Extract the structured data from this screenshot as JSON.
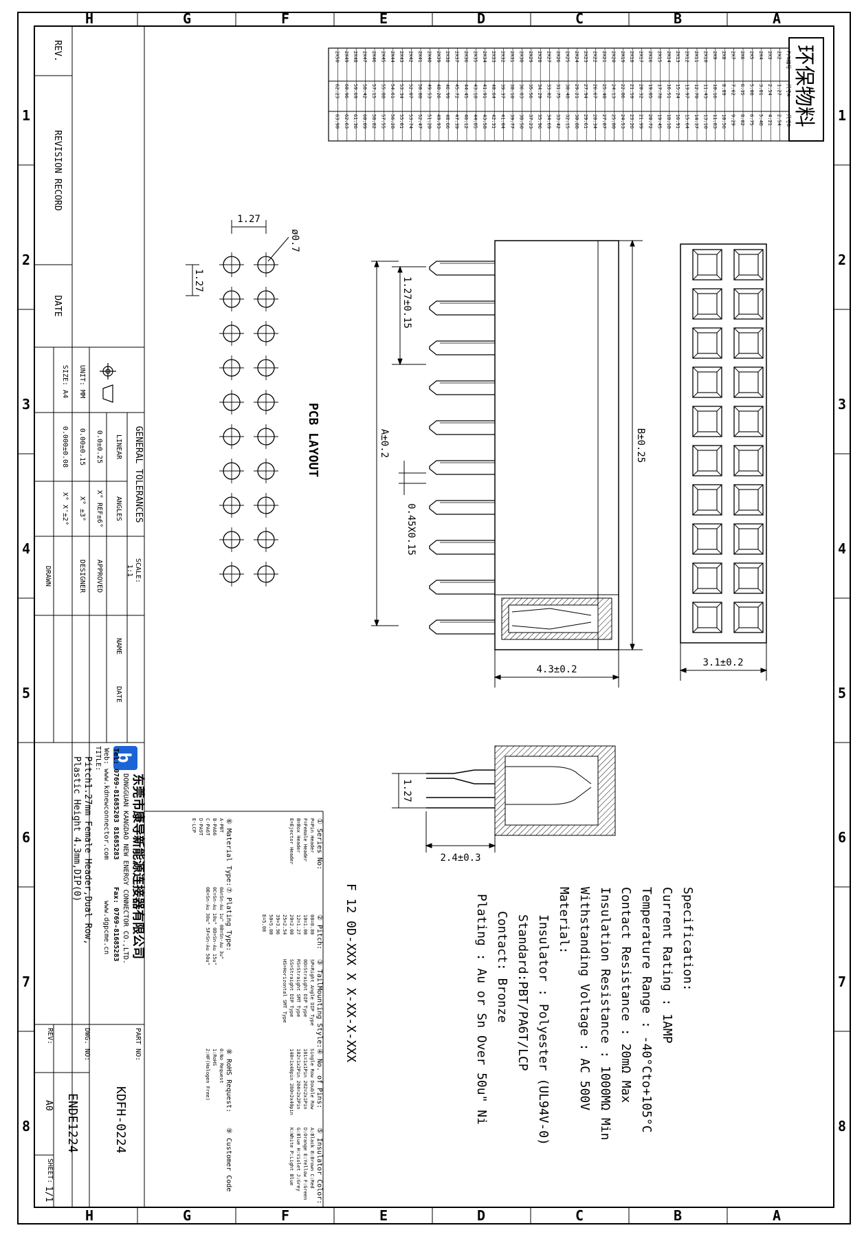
{
  "border": {
    "rows": [
      "A",
      "B",
      "C",
      "D",
      "E",
      "F",
      "G",
      "H"
    ],
    "cols": [
      "1",
      "2",
      "3",
      "4",
      "5",
      "6",
      "7",
      "8"
    ]
  },
  "material_table": {
    "title": "环保物料",
    "headers": [
      "P/N编号",
      "尺寸A",
      "尺寸B"
    ],
    "rows": [
      [
        "2X2",
        "1.27",
        "2.54"
      ],
      [
        "2X3",
        "2.54",
        "4.21"
      ],
      [
        "2X4",
        "3.81",
        "5.48"
      ],
      [
        "2X5",
        "5.08",
        "6.75"
      ],
      [
        "2X6",
        "6.35",
        "8.02"
      ],
      [
        "2X7",
        "7.62",
        "9.29"
      ],
      [
        "2X8",
        "8.89",
        "10.56"
      ],
      [
        "2X9",
        "10.16",
        "11.83"
      ],
      [
        "2X10",
        "11.43",
        "13.10"
      ],
      [
        "2X11",
        "12.70",
        "14.37"
      ],
      [
        "2X12",
        "13.97",
        "15.64"
      ],
      [
        "2X13",
        "15.24",
        "16.91"
      ],
      [
        "2X14",
        "16.51",
        "18.18"
      ],
      [
        "2X15",
        "17.78",
        "19.45"
      ],
      [
        "2X16",
        "19.05",
        "20.72"
      ],
      [
        "2X17",
        "20.32",
        "21.99"
      ],
      [
        "2X18",
        "21.59",
        "23.26"
      ],
      [
        "2X19",
        "22.86",
        "24.53"
      ],
      [
        "2X20",
        "24.13",
        "25.80"
      ],
      [
        "2X21",
        "25.40",
        "27.07"
      ],
      [
        "2X22",
        "26.67",
        "28.34"
      ],
      [
        "2X23",
        "27.94",
        "29.61"
      ],
      [
        "2X24",
        "29.21",
        "30.88"
      ],
      [
        "2X25",
        "30.48",
        "32.15"
      ],
      [
        "2X26",
        "31.75",
        "33.42"
      ],
      [
        "2X27",
        "33.02",
        "34.69"
      ],
      [
        "2X28",
        "34.29",
        "35.96"
      ],
      [
        "2X29",
        "35.56",
        "37.23"
      ],
      [
        "2X30",
        "36.83",
        "38.50"
      ],
      [
        "2X31",
        "38.10",
        "39.77"
      ],
      [
        "2X32",
        "39.37",
        "41.04"
      ],
      [
        "2X33",
        "40.64",
        "42.31"
      ],
      [
        "2X34",
        "41.91",
        "43.58"
      ],
      [
        "2X35",
        "43.18",
        "44.85"
      ],
      [
        "2X36",
        "44.45",
        "46.12"
      ],
      [
        "2X37",
        "45.72",
        "47.39"
      ],
      [
        "2X38",
        "46.99",
        "48.66"
      ],
      [
        "2X39",
        "48.26",
        "49.93"
      ],
      [
        "2X40",
        "49.53",
        "51.20"
      ],
      [
        "2X41",
        "50.80",
        "52.47"
      ],
      [
        "2X42",
        "52.07",
        "53.74"
      ],
      [
        "2X43",
        "53.34",
        "55.01"
      ],
      [
        "2X44",
        "54.61",
        "56.28"
      ],
      [
        "2X45",
        "55.88",
        "57.55"
      ],
      [
        "2X46",
        "57.15",
        "58.82"
      ],
      [
        "2X47",
        "58.42",
        "60.09"
      ],
      [
        "2X48",
        "59.69",
        "61.36"
      ],
      [
        "2X49",
        "60.96",
        "62.63"
      ],
      [
        "2X50",
        "62.23",
        "63.90"
      ]
    ]
  },
  "pcb": {
    "title": "PCB LAYOUT",
    "pitch_x": "1.27",
    "pitch_y": "1.27",
    "hole": "ø0.7"
  },
  "dimensions": {
    "pitch": "1.27±0.15",
    "length_a": "A±0.2",
    "pin_width": "0.45X0.15",
    "length_b": "B±0.25",
    "height": "4.3±0.2",
    "width": "3.1±0.2",
    "row_pitch": "1.27",
    "tail": "2.4±0.3"
  },
  "spec": {
    "lines": [
      "Specification:",
      "Current Rating : 1AMP",
      "Temperature Range : -40°Cto+105°C",
      "Contact Resistance : 20mΩ Max",
      "Insulation Resistance : 1000MΩ Min",
      "Withstanding Voltage : AC 500V",
      "Material:",
      "Insulator : Polyester (UL94V-0)",
      "Standard:PBT/PA6T/LCP",
      "Contact: Bronze",
      "Plating : Au or Sn Over 50u\" Ni"
    ]
  },
  "ordering": {
    "code": "F 12 0D-XXX X X-XX-X-XXX",
    "col1": [
      "① Series No:",
      "P=Pin Header",
      "F=Female Header",
      "B=Box Header",
      "E=Ejector Header"
    ],
    "col2": [
      "② Pitch:",
      "08=0.80",
      "10=1.00",
      "12=1.27",
      "20=2.00",
      "25=2.54",
      "39=3.96",
      "50=5.00",
      "E=5.08"
    ],
    "col3": [
      "③ TailMounting Style:",
      "SP=Right Angle DIP Type",
      "0D=Straight DIP Type",
      "RS=Straight SMT Type",
      "SS=Straight DIP Type",
      "HS=Horizontal SMT Type"
    ],
    "col4": [
      "④ No. of Pins:",
      "Single Row  Double Row",
      "101=1x1Pin  202=2x1Pin",
      "102=1x2Pin  204=2x2Pin",
      "140=1x40pin  280=2x40pin"
    ],
    "col5": [
      "⑤ Insulator Color:",
      "A:Black  B:Brown  C:Red",
      "D:Orange E:Yellow F:Green",
      "G:Blue  H:Violet  J:Grey",
      "K:White  P:Light Blue"
    ],
    "col6": [
      "⑥ Material Type:",
      "A-PBT",
      "B-PA66",
      "C-PA6T",
      "D-PA9T",
      "E-LCP"
    ],
    "col7": [
      "⑦ Plating Type:",
      "0A=Sn-Au 1u\"  0B=Sn-Au 3u\"",
      "0C=Sn-Au 10u\" 0D=Sn-Au 15u\"",
      "0E=Sn-Au 30u\" 5F=Sn-Au 50u\""
    ],
    "col8": [
      "⑧ RoHS Request:",
      "0:No Request",
      "1:RoHS",
      "2:HF(Halogen Free)"
    ],
    "col9": [
      "⑨ Customer Code"
    ]
  },
  "title_block": {
    "company_cn": "东莞市康导新能源连接器有限公司",
    "company_en": "DONGGUAN KANGDAO NEW ENERGY CONNECTOR CO.,LTD.",
    "tel": "Tel: 0769-81685203 81685283",
    "fax": "Fax: 0769-81685283",
    "web": "Web: www.kdnewconnector.com",
    "email": "www.dgpcme.cn",
    "title_label": "TITLE:",
    "title_line1": "Pitch1.27mm Female Header,Dual Row,",
    "title_line2": "Plastic Height 4.3mm,DIP(0)",
    "part_no_label": "PART NO:",
    "part_no": "KDFH-0224",
    "dwg_no_label": "DWG. NO:",
    "dwg_no": "ENDE1224",
    "rev_label": "REV:",
    "rev": "A0",
    "sheet_label": "SHEET:",
    "sheet": "1/1",
    "scale_label": "SCALE:",
    "scale": "1:1",
    "name_label": "NAME",
    "date_label": "DATE",
    "approved": "APPROVED",
    "designer": "DESIGNER",
    "drawn": "DRAWN",
    "general_tol": "GENERAL TOLERANCES",
    "linear": "LINEAR",
    "angles": "ANGLES",
    "tol1": "0.0±0.25",
    "tol2": "0.00±0.15",
    "tol3": "0.000±0.08",
    "ang1": "X° REF±6°",
    "ang2": "X° ±3°",
    "ang3": "X° X'±2°",
    "unit": "UNIT: MM",
    "size": "SIZE: A4"
  },
  "revision": {
    "rev": "REV.",
    "record": "REVISION RECORD",
    "date": "DATE"
  }
}
